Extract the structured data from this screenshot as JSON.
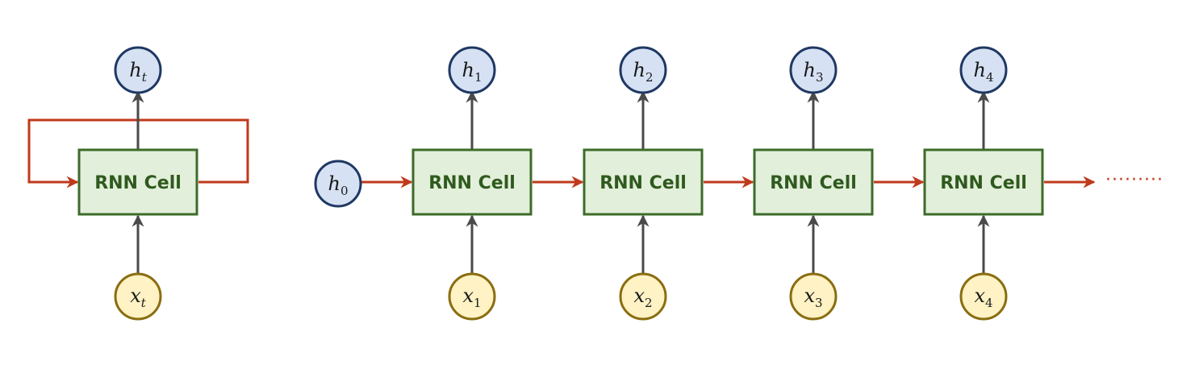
{
  "folded": {
    "cell_label": "RNN Cell",
    "hidden": {
      "var": "h",
      "sub": "t"
    },
    "input": {
      "var": "x",
      "sub": "t"
    }
  },
  "unrolled": {
    "initial_hidden": {
      "var": "h",
      "sub": "0"
    },
    "steps": [
      {
        "cell_label": "RNN Cell",
        "hidden": {
          "var": "h",
          "sub": "1"
        },
        "input": {
          "var": "x",
          "sub": "1"
        }
      },
      {
        "cell_label": "RNN Cell",
        "hidden": {
          "var": "h",
          "sub": "2"
        },
        "input": {
          "var": "x",
          "sub": "2"
        }
      },
      {
        "cell_label": "RNN Cell",
        "hidden": {
          "var": "h",
          "sub": "3"
        },
        "input": {
          "var": "x",
          "sub": "3"
        }
      },
      {
        "cell_label": "RNN Cell",
        "hidden": {
          "var": "h",
          "sub": "4"
        },
        "input": {
          "var": "x",
          "sub": "4"
        }
      }
    ],
    "continuation": "·········"
  },
  "colors": {
    "cell_fill": "#e2efda",
    "cell_border": "#3d6b2a",
    "hidden_fill": "#d6e1f3",
    "hidden_border": "#1f3864",
    "input_fill": "#fff2c4",
    "input_border": "#8a6d10",
    "recurrent_arrow": "#c0391b",
    "io_arrow": "#4a4a4a"
  }
}
